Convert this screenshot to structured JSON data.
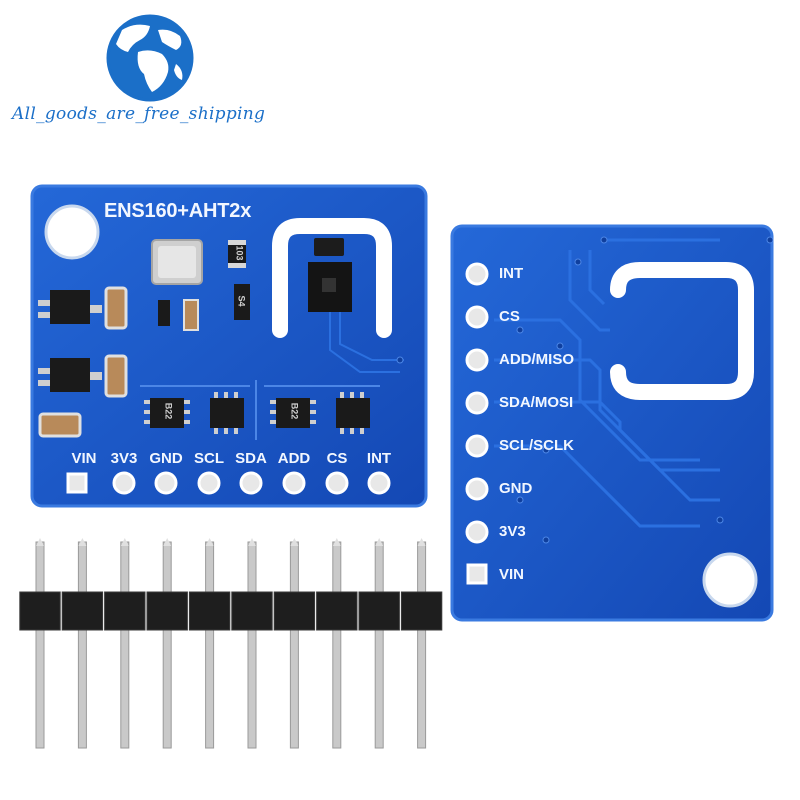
{
  "store": {
    "caption": "All_goods_are_free_shipping",
    "logo_icon": "globe-icon",
    "logo_color": "#1b6fc8"
  },
  "front_board": {
    "title": "ENS160+AHT2x",
    "pins": [
      "VIN",
      "3V3",
      "GND",
      "SCL",
      "SDA",
      "ADD",
      "CS",
      "INT"
    ],
    "chip_markings": [
      "103",
      "S4",
      "B22",
      "B22"
    ]
  },
  "back_board": {
    "pins": [
      "INT",
      "CS",
      "ADD/MISO",
      "SDA/MOSI",
      "SCL/SCLK",
      "GND",
      "3V3",
      "VIN"
    ]
  },
  "header": {
    "pin_count": 10
  },
  "colors": {
    "pcb": "#1a56c9",
    "pcb_dark": "#0f3f9e",
    "pcb_edge": "#3a7ae0",
    "silkscreen": "#f2f7ff",
    "header_plastic": "#1e1e1e",
    "header_pin": "#c9c9c9"
  }
}
